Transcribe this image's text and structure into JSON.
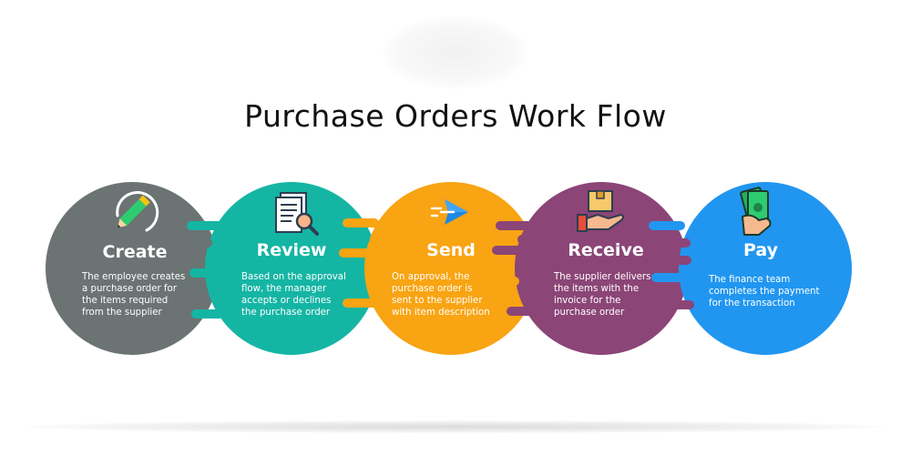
{
  "title": "Purchase Orders Work Flow",
  "colors": {
    "create": "#6b7373",
    "review": "#15b5a4",
    "send": "#f8a413",
    "receive": "#8b4577",
    "pay": "#2196f0"
  },
  "steps": [
    {
      "icon": "pencil-icon",
      "title": "Create",
      "description": "The employee creates\na purchase order for\nthe items required\nfrom the supplier"
    },
    {
      "icon": "document-search-icon",
      "title": "Review",
      "description": "Based on the approval\nflow, the manager\naccepts or declines\nthe purchase order"
    },
    {
      "icon": "send-arrow-icon",
      "title": "Send",
      "description": "On approval, the\npurchase order is\nsent to the supplier\nwith item description"
    },
    {
      "icon": "package-hand-icon",
      "title": "Receive",
      "description": "The supplier delivers\nthe items with the\ninvoice for the\npurchase order"
    },
    {
      "icon": "money-hand-icon",
      "title": "Pay",
      "description": "The finance team\ncompletes the payment\nfor the transaction"
    }
  ]
}
